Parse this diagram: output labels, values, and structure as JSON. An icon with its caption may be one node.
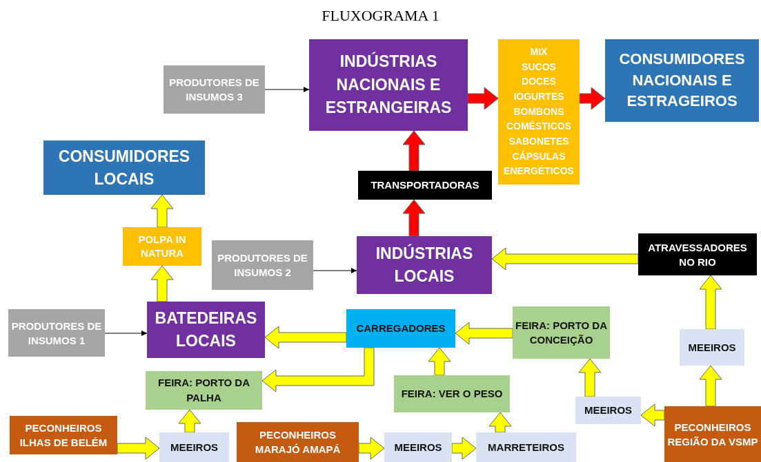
{
  "diagram": {
    "title": "FLUXOGRAMA 1",
    "nodes": [
      {
        "text": [
          "INDÚSTRIAS NACIONAIS E ESTRANGEIRAS"
        ]
      },
      {
        "text": [
          "PRODUTORES DE INSUMOS 3"
        ]
      },
      {
        "text": [
          "MIX",
          "SUCOS",
          "DOCES",
          "IOGURTES",
          "BOMBONS",
          "COMÉSTICOS",
          "SABONETES",
          "CÁPSULAS",
          "ENERGÉTICOS"
        ]
      },
      {
        "text": [
          "CONSUMIDORES NACIONAIS E ESTRAGEIROS"
        ]
      },
      {
        "text": [
          "CONSUMIDORES LOCAIS"
        ]
      },
      {
        "text": [
          "TRANSPORTADORAS"
        ]
      },
      {
        "text": [
          "POLPA IN NATURA"
        ]
      },
      {
        "text": [
          "PRODUTORES DE INSUMOS 2"
        ]
      },
      {
        "text": [
          "INDÚSTRIAS LOCAIS"
        ]
      },
      {
        "text": [
          "ATRAVESSADORES NO RIO"
        ]
      },
      {
        "text": [
          "PRODUTORES DE INSUMOS 1"
        ]
      },
      {
        "text": [
          "BATEDEIRAS LOCAIS"
        ]
      },
      {
        "text": [
          "CARREGADORES"
        ]
      },
      {
        "text": [
          "FEIRA: PORTO DA CONCEIÇÃO"
        ]
      },
      {
        "text": [
          "MEEIROS"
        ]
      },
      {
        "text": [
          "FEIRA: PORTO DA PALHA"
        ]
      },
      {
        "text": [
          "FEIRA: VER O PESO"
        ]
      },
      {
        "text": [
          "MEEIROS"
        ]
      },
      {
        "text": [
          "PECONHEIROS ILHAS DE BELÉM"
        ]
      },
      {
        "text": [
          "PECONHEIROS REGIÃO DA VSMP"
        ]
      },
      {
        "text": [
          "MEEIROS"
        ]
      },
      {
        "text": [
          "PECONHEIROS MARAJÓ AMAPÁ"
        ]
      },
      {
        "text": [
          "MEEIROS"
        ]
      },
      {
        "text": [
          "MARRETEIROS"
        ]
      }
    ],
    "edges": [
      {
        "from": 1,
        "to": 0,
        "arrow": "to",
        "color": "#000000"
      },
      {
        "from": 0,
        "to": 2,
        "arrow": "to",
        "style": "thick",
        "color": "#ff0000"
      },
      {
        "from": 2,
        "to": 3,
        "arrow": "to",
        "style": "thick",
        "color": "#ff0000"
      },
      {
        "from": 5,
        "to": 0,
        "arrow": "to",
        "style": "thick",
        "color": "#ff0000"
      },
      {
        "from": 8,
        "to": 5,
        "arrow": "to",
        "style": "thick",
        "color": "#ff0000"
      },
      {
        "from": 7,
        "to": 8,
        "arrow": "to",
        "color": "#000000"
      },
      {
        "from": 9,
        "to": 8,
        "arrow": "to",
        "style": "thick"
      },
      {
        "from": 6,
        "to": 4,
        "arrow": "to",
        "style": "thick"
      },
      {
        "from": 11,
        "to": 6,
        "arrow": "to",
        "style": "thick"
      },
      {
        "from": 10,
        "to": 11,
        "arrow": "to",
        "color": "#000000"
      },
      {
        "from": 12,
        "to": 11,
        "arrow": "to",
        "style": "thick"
      },
      {
        "from": 13,
        "to": 12,
        "arrow": "to",
        "style": "thick"
      },
      {
        "from": 16,
        "to": 12,
        "arrow": "to",
        "style": "thick"
      },
      {
        "from": 12,
        "to": 15,
        "arrow": "to",
        "style": "thick"
      },
      {
        "from": 17,
        "to": 13,
        "arrow": "to",
        "style": "thick"
      },
      {
        "from": 19,
        "to": 17,
        "arrow": "to",
        "style": "thick"
      },
      {
        "from": 19,
        "to": 14,
        "arrow": "to",
        "style": "thick"
      },
      {
        "from": 14,
        "to": 9,
        "arrow": "to",
        "style": "thick"
      },
      {
        "from": 18,
        "to": 20,
        "arrow": "to",
        "style": "thick"
      },
      {
        "from": 20,
        "to": 15,
        "arrow": "to",
        "style": "thick"
      },
      {
        "from": 21,
        "to": 22,
        "arrow": "to",
        "style": "thick"
      },
      {
        "from": 22,
        "to": 23,
        "arrow": "to",
        "style": "thick"
      },
      {
        "from": 23,
        "to": 16,
        "arrow": "to",
        "style": "thick"
      }
    ]
  }
}
